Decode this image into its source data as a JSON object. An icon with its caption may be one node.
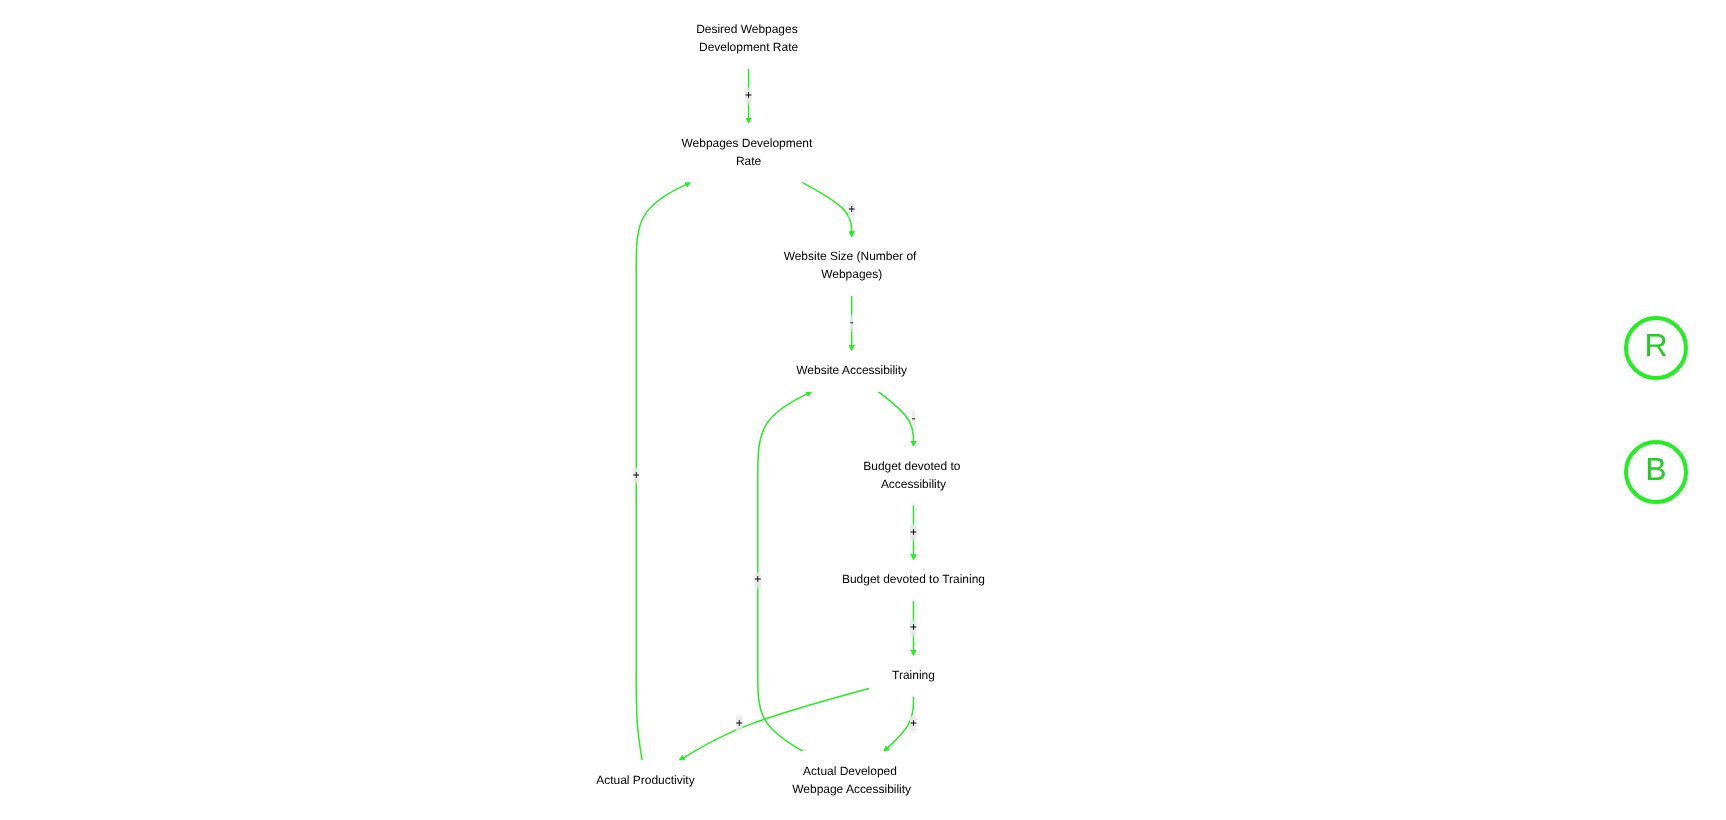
{
  "diagram": {
    "nodes": [
      {
        "text": [
          "Desired Webpages Development Rate"
        ]
      },
      {
        "text": [
          "Actual Productivity"
        ]
      },
      {
        "text": [
          "Training"
        ]
      },
      {
        "text": [
          "Budget devoted to Training"
        ]
      },
      {
        "text": [
          "Webpages Development Rate"
        ]
      },
      {
        "text": [
          "Actual Developed Webpage Accessibility"
        ]
      },
      {
        "text": [
          "Website Size (Number of Webpages)"
        ]
      },
      {
        "text": [
          "Website Accessibility"
        ]
      },
      {
        "text": [
          "Budget devoted to Accessibility"
        ]
      }
    ],
    "edges": [
      {
        "from": 0,
        "to": 4,
        "arrow": "to",
        "label": "+"
      },
      {
        "from": 1,
        "to": 4,
        "arrow": "to",
        "label": "+"
      },
      {
        "from": 2,
        "to": 1,
        "arrow": "to",
        "label": "+"
      },
      {
        "from": 3,
        "to": 2,
        "arrow": "to",
        "label": "+"
      },
      {
        "from": 2,
        "to": 5,
        "arrow": "to",
        "label": "+"
      },
      {
        "from": 4,
        "to": 6,
        "arrow": "to",
        "label": "+"
      },
      {
        "from": 5,
        "to": 7,
        "arrow": "to",
        "label": "+"
      },
      {
        "from": 6,
        "to": 7,
        "arrow": "to",
        "label": "-"
      },
      {
        "from": 7,
        "to": 8,
        "arrow": "to",
        "label": "-"
      },
      {
        "from": 8,
        "to": 3,
        "arrow": "to",
        "label": "+"
      }
    ],
    "labels": [
      "R",
      "B"
    ]
  }
}
